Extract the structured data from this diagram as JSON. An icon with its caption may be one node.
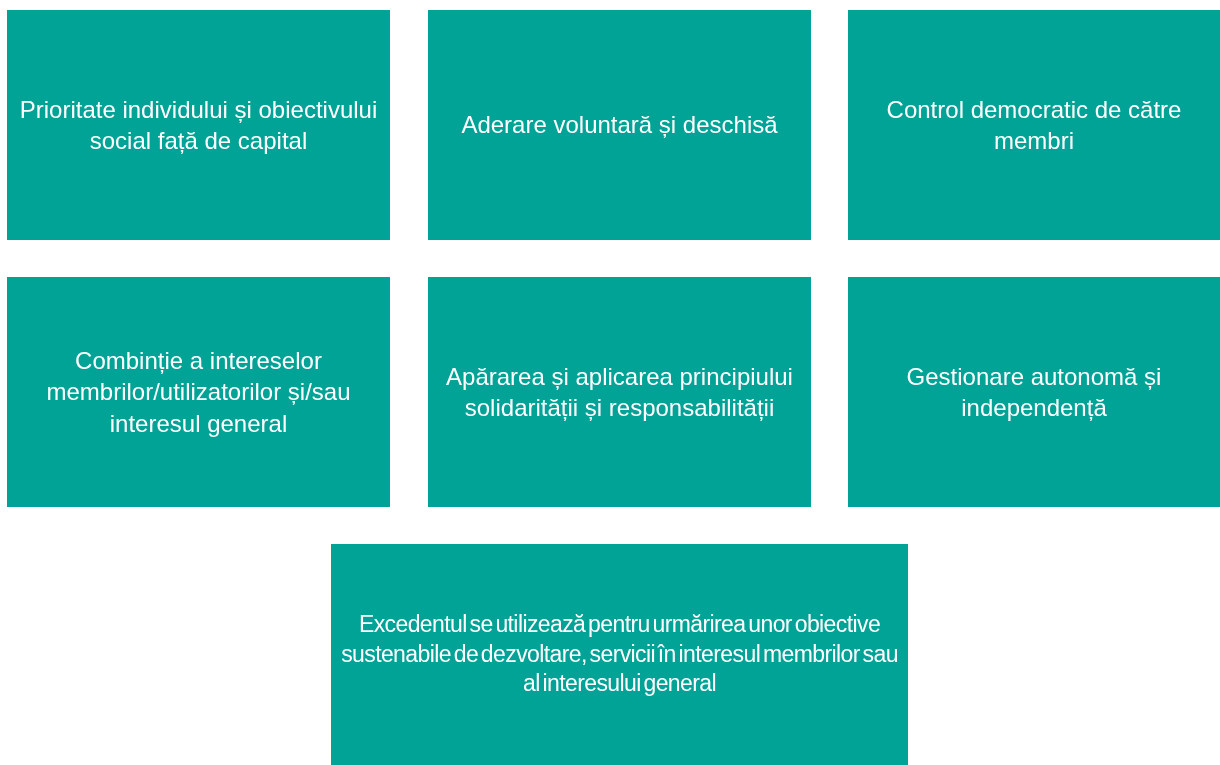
{
  "diagram": {
    "nodes": [
      {
        "text": [
          "Prioritate individului și obiectivului social față de capital"
        ]
      },
      {
        "text": [
          "Aderare voluntară și deschisă"
        ]
      },
      {
        "text": [
          "Control democratic de către membri"
        ]
      },
      {
        "text": [
          "Combinție a intereselor membrilor/utilizatorilor și/sau interesul general"
        ]
      },
      {
        "text": [
          "Apărarea și aplicarea principiului solidarității și responsabilității"
        ]
      },
      {
        "text": [
          "Gestionare autonomă și independență"
        ]
      },
      {
        "text": [
          "Excedentul se utilizează pentru urmărirea unor obiective sustenabile de dezvoltare, servicii în interesul membrilor sau al interesului general"
        ]
      }
    ]
  }
}
